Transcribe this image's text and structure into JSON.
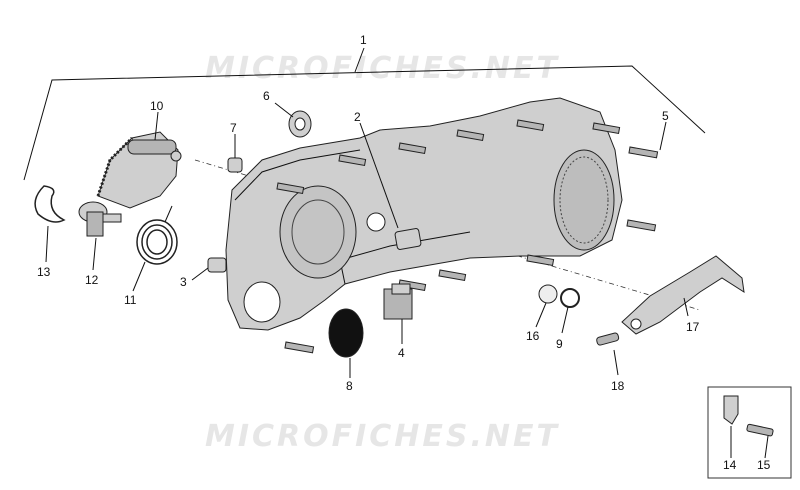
{
  "watermarks": [
    "MICROFICHES.NET",
    "MICROFICHES.NET"
  ],
  "callouts": [
    "1",
    "2",
    "3",
    "4",
    "5",
    "6",
    "7",
    "8",
    "9",
    "10",
    "11",
    "12",
    "13",
    "14",
    "15",
    "16",
    "17",
    "18"
  ]
}
